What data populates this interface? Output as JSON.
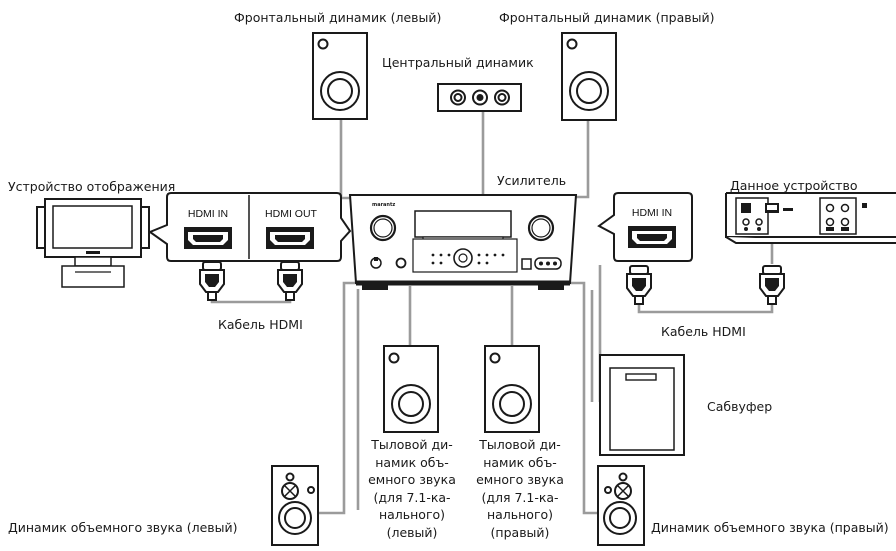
{
  "labels": {
    "front_left": "Фронтальный динамик (левый)",
    "front_right": "Фронтальный динамик (правый)",
    "center": "Центральный динамик",
    "amplifier": "Усилитель",
    "display_device": "Устройство отображения",
    "this_device": "Данное устройство",
    "hdmi_cable_left": "Кабель HDMI",
    "hdmi_cable_right": "Кабель HDMI",
    "subwoofer": "Сабвуфер",
    "rear_left": "Тыловой ди-\nнамик объ-\nемного звука\n(для 7.1-ка-\nнального)\n(левый)",
    "rear_right": "Тыловой ди-\nнамик объ-\nемного звука\n(для 7.1-ка-\nнального)\n(правый)",
    "surround_left": "Динамик объемного звука (левый)",
    "surround_right": "Динамик объемного звука (правый)"
  },
  "ports": {
    "display_in": "HDMI IN",
    "display_out": "HDMI OUT",
    "amp_in": "HDMI IN"
  },
  "brand": "marantz",
  "colors": {
    "line": "#1a1a1a",
    "wire": "#9b9b9b",
    "fill": "#ffffff"
  }
}
